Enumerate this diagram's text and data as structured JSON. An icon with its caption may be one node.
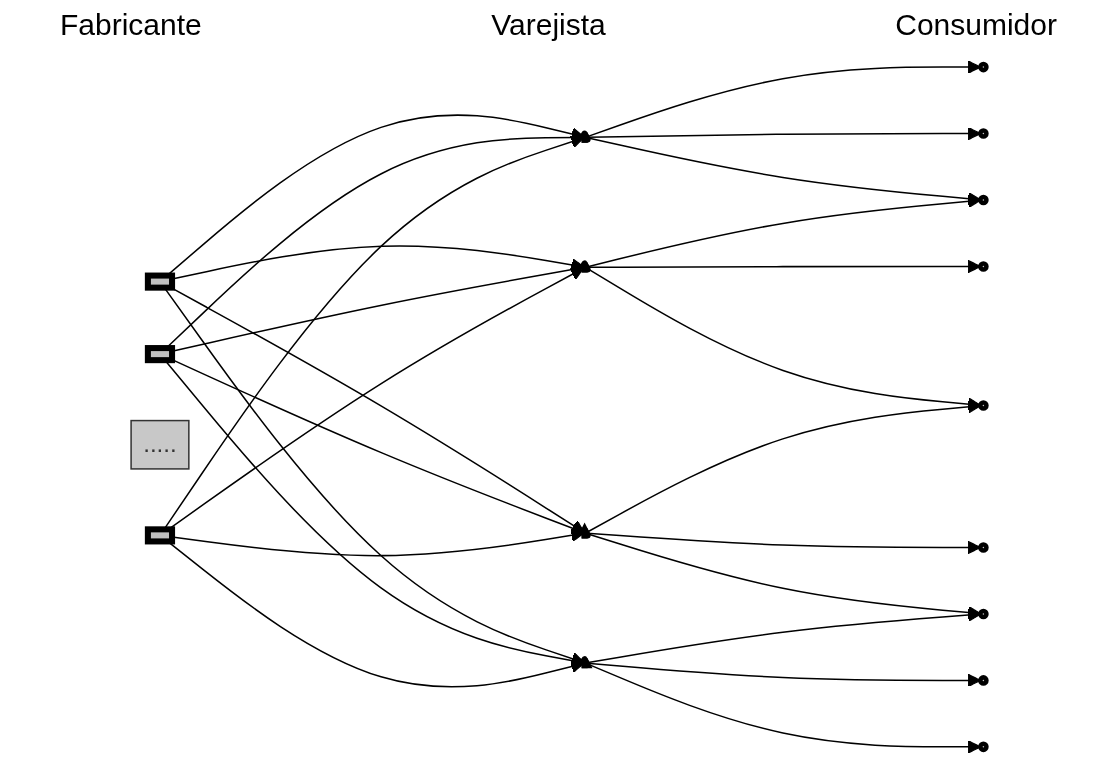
{
  "diagram": {
    "nodes": [
      {
        "text": [],
        "shape": "box"
      },
      {
        "text": [],
        "shape": "box"
      },
      {
        "text": [
          "....."
        ]
      },
      {
        "text": [],
        "shape": "box"
      },
      {
        "text": [],
        "shape": "triangle"
      },
      {
        "text": [],
        "shape": "triangle"
      },
      {
        "text": [],
        "shape": "triangle"
      },
      {
        "text": [],
        "shape": "triangle"
      },
      {
        "text": [],
        "shape": "circle"
      },
      {
        "text": [],
        "shape": "circle"
      },
      {
        "text": [],
        "shape": "circle"
      },
      {
        "text": [],
        "shape": "circle"
      },
      {
        "text": [],
        "shape": "circle"
      },
      {
        "text": [],
        "shape": "circle"
      },
      {
        "text": [],
        "shape": "circle"
      },
      {
        "text": [],
        "shape": "circle"
      },
      {
        "text": [],
        "shape": "circle"
      }
    ],
    "edges": [
      {
        "from": 0,
        "to": 4,
        "arrow": "to"
      },
      {
        "from": 0,
        "to": 5,
        "arrow": "to"
      },
      {
        "from": 0,
        "to": 6,
        "arrow": "to"
      },
      {
        "from": 0,
        "to": 7,
        "arrow": "to"
      },
      {
        "from": 1,
        "to": 4,
        "arrow": "to"
      },
      {
        "from": 1,
        "to": 5,
        "arrow": "to"
      },
      {
        "from": 1,
        "to": 6,
        "arrow": "to"
      },
      {
        "from": 1,
        "to": 7,
        "arrow": "to"
      },
      {
        "from": 3,
        "to": 4,
        "arrow": "to"
      },
      {
        "from": 3,
        "to": 5,
        "arrow": "to"
      },
      {
        "from": 3,
        "to": 6,
        "arrow": "to"
      },
      {
        "from": 3,
        "to": 7,
        "arrow": "to"
      },
      {
        "from": 4,
        "to": 8,
        "arrow": "to"
      },
      {
        "from": 4,
        "to": 9,
        "arrow": "to"
      },
      {
        "from": 4,
        "to": 10,
        "arrow": "to"
      },
      {
        "from": 5,
        "to": 10,
        "arrow": "to"
      },
      {
        "from": 5,
        "to": 11,
        "arrow": "to"
      },
      {
        "from": 5,
        "to": 12,
        "arrow": "to"
      },
      {
        "from": 6,
        "to": 12,
        "arrow": "to"
      },
      {
        "from": 6,
        "to": 13,
        "arrow": "to"
      },
      {
        "from": 6,
        "to": 14,
        "arrow": "to"
      },
      {
        "from": 7,
        "to": 14,
        "arrow": "to"
      },
      {
        "from": 7,
        "to": 15,
        "arrow": "to"
      },
      {
        "from": 7,
        "to": 16,
        "arrow": "to"
      }
    ],
    "labels": [
      "Fabricante",
      "Varejista",
      "Consumidor"
    ]
  }
}
